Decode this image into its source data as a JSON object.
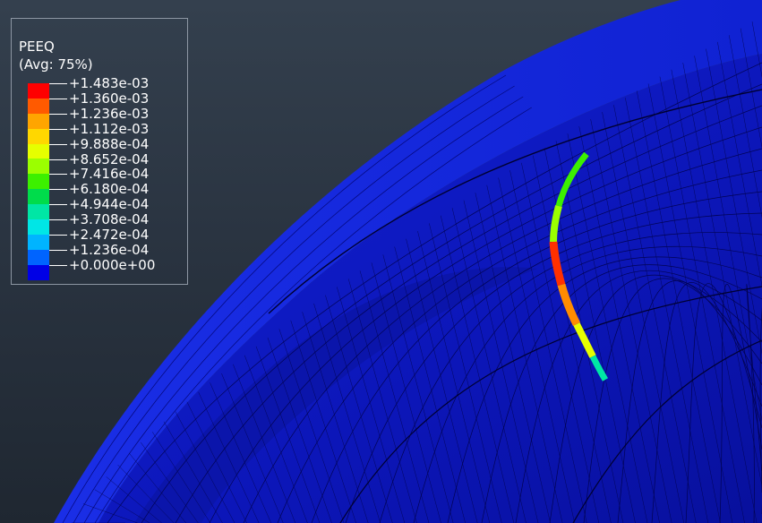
{
  "legend": {
    "title": "PEEQ",
    "subtitle": "(Avg: 75%)",
    "entries": [
      {
        "label": "+1.483e-03",
        "color": "#ff0000"
      },
      {
        "label": "+1.360e-03",
        "color": "#ff5a00"
      },
      {
        "label": "+1.236e-03",
        "color": "#ffa500"
      },
      {
        "label": "+1.112e-03",
        "color": "#ffd700"
      },
      {
        "label": "+9.888e-04",
        "color": "#e6ff00"
      },
      {
        "label": "+8.652e-04",
        "color": "#9bff00"
      },
      {
        "label": "+7.416e-04",
        "color": "#3cf000"
      },
      {
        "label": "+6.180e-04",
        "color": "#00dc4b"
      },
      {
        "label": "+4.944e-04",
        "color": "#00e6a5"
      },
      {
        "label": "+3.708e-04",
        "color": "#00e6e6"
      },
      {
        "label": "+2.472e-04",
        "color": "#00b4ff"
      },
      {
        "label": "+1.236e-04",
        "color": "#0064ff"
      },
      {
        "label": "+0.000e+00",
        "color": "#0000e6"
      }
    ]
  },
  "colors": {
    "background_top": "#34404e",
    "background_bottom": "#1f2731",
    "mesh_blue": "#0a14b4",
    "mesh_rim": "#0f1ed2",
    "mesh_line": "#000044"
  }
}
